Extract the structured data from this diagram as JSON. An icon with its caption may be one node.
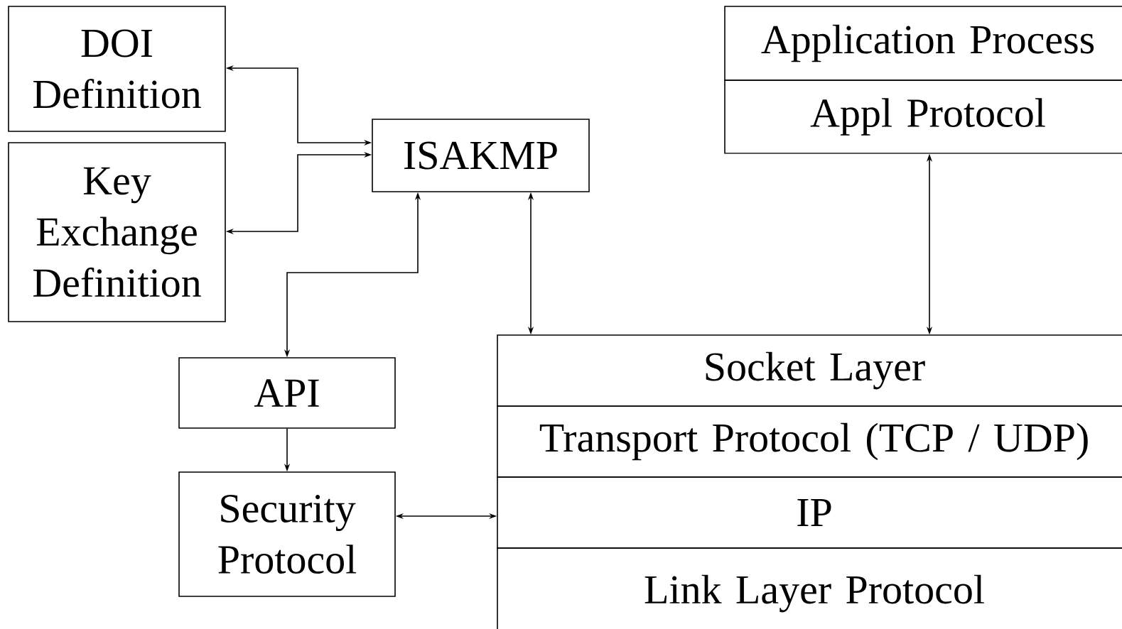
{
  "diagram": {
    "nodes": [
      {
        "text": [
          "DOI Definition"
        ]
      },
      {
        "text": [
          "Key Exchange Definition"
        ]
      },
      {
        "text": [
          "ISAKMP"
        ]
      },
      {
        "text": [
          "Application Process"
        ]
      },
      {
        "text": [
          "Appl Protocol"
        ]
      },
      {
        "text": [
          "API"
        ]
      },
      {
        "text": [
          "Security Protocol"
        ]
      },
      {
        "text": [
          "Socket Layer"
        ]
      },
      {
        "text": [
          "Transport Protocol (TCP / UDP)"
        ]
      },
      {
        "text": [
          "IP"
        ]
      },
      {
        "text": [
          "Link Layer Protocol"
        ]
      }
    ],
    "edges": [
      {
        "from": 0,
        "to": 2,
        "arrow": "both"
      },
      {
        "from": 1,
        "to": 2,
        "arrow": "both"
      },
      {
        "from": 2,
        "to": 5,
        "arrow": "both"
      },
      {
        "from": 2,
        "to": 7,
        "arrow": "both"
      },
      {
        "from": 4,
        "to": 7,
        "arrow": "both"
      },
      {
        "from": 5,
        "to": 6,
        "arrow": "to"
      },
      {
        "from": 6,
        "to": 9,
        "arrow": "both"
      }
    ]
  }
}
